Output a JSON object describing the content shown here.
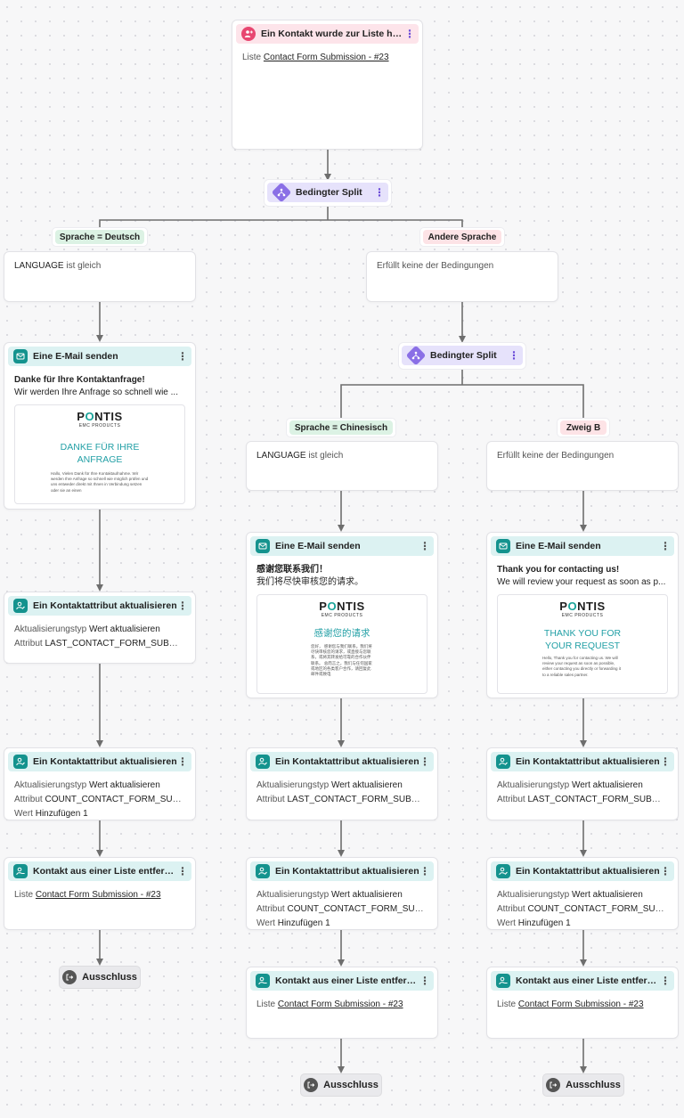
{
  "trigger": {
    "title": "Ein Kontakt wurde zur Liste hin...",
    "list_key": "Liste",
    "list_value": "Contact Form Submission - #23"
  },
  "split1": {
    "title": "Bedingter Split"
  },
  "split2": {
    "title": "Bedingter Split"
  },
  "branch_left": {
    "label": "Sprache = Deutsch",
    "cond_key": "LANGUAGE",
    "cond_text": "ist gleich"
  },
  "branch_right": {
    "label": "Andere Sprache",
    "cond_text": "Erfüllt keine der Bedingungen"
  },
  "branch_mid": {
    "label": "Sprache = Chinesisch",
    "cond_key": "LANGUAGE",
    "cond_text": "ist gleich"
  },
  "branch_b": {
    "label": "Zweig B",
    "cond_text": "Erfüllt keine der Bedingungen"
  },
  "email_de": {
    "title": "Eine E-Mail senden",
    "subject": "Danke für Ihre Kontaktanfrage!",
    "preheader": "Wir werden Ihre Anfrage so schnell wie ...",
    "logo": "PONTIS",
    "logo_sub": "EMC PRODUCTS",
    "preview_heading_1": "DANKE FÜR IHRE",
    "preview_heading_2": "ANFRAGE",
    "preview_body": "Hallo, Vielen Dank für Ihre Kontaktaufnahme. Wir werden Ihre Anfrage so schnell wie möglich prüfen und uns entweder direkt mit Ihnen in Verbindung setzen oder sie an einen"
  },
  "email_zh": {
    "title": "Eine E-Mail senden",
    "subject": "感谢您联系我们！",
    "preheader": "我们将尽快审核您的请求。",
    "logo": "PONTIS",
    "logo_sub": "EMC PRODUCTS",
    "preview_heading_1": "感谢您的请求",
    "preview_body": "您好， 感谢您与我们联系。我们将尽快审核您的请求，或直接与您联系，或将其转发给可靠的合作伙伴联系。 总而言之，我们与任何国家或地区的各类客户合作，请回复此邮件或致电"
  },
  "email_en": {
    "title": "Eine E-Mail senden",
    "subject": "Thank you for contacting us!",
    "preheader": "We will review your request as soon as p...",
    "logo": "PONTIS",
    "logo_sub": "EMC PRODUCTS",
    "preview_heading_1": "THANK YOU FOR",
    "preview_heading_2": "YOUR REQUEST",
    "preview_body": "Hello, Thank you for contacting us. We will review your request as soon as possible, either contacting you directly or forwarding it to a reliable sales partner."
  },
  "upd_de_1": {
    "title": "Ein Kontaktattribut aktualisieren",
    "type_key": "Aktualisierungstyp",
    "type_value": "Wert aktualisieren",
    "attr_key": "Attribut",
    "attr_value": "LAST_CONTACT_FORM_SUBMIS..."
  },
  "upd_de_2": {
    "title": "Ein Kontaktattribut aktualisieren",
    "type_key": "Aktualisierungstyp",
    "type_value": "Wert aktualisieren",
    "attr_key": "Attribut",
    "attr_value": "COUNT_CONTACT_FORM_SUBM...",
    "val_key": "Wert",
    "val_value": "Hinzufügen 1"
  },
  "upd_zh_1": {
    "title": "Ein Kontaktattribut aktualisieren",
    "type_key": "Aktualisierungstyp",
    "type_value": "Wert aktualisieren",
    "attr_key": "Attribut",
    "attr_value": "LAST_CONTACT_FORM_SUBMIS..."
  },
  "upd_zh_2": {
    "title": "Ein Kontaktattribut aktualisieren",
    "type_key": "Aktualisierungstyp",
    "type_value": "Wert aktualisieren",
    "attr_key": "Attribut",
    "attr_value": "COUNT_CONTACT_FORM_SUBM...",
    "val_key": "Wert",
    "val_value": "Hinzufügen 1"
  },
  "upd_en_1": {
    "title": "Ein Kontaktattribut aktualisieren",
    "type_key": "Aktualisierungstyp",
    "type_value": "Wert aktualisieren",
    "attr_key": "Attribut",
    "attr_value": "LAST_CONTACT_FORM_SUBMIS..."
  },
  "upd_en_2": {
    "title": "Ein Kontaktattribut aktualisieren",
    "type_key": "Aktualisierungstyp",
    "type_value": "Wert aktualisieren",
    "attr_key": "Attribut",
    "attr_value": "COUNT_CONTACT_FORM_SUBM...",
    "val_key": "Wert",
    "val_value": "Hinzufügen 1"
  },
  "remove_de": {
    "title": "Kontakt aus einer Liste entfernen",
    "list_key": "Liste",
    "list_value": "Contact Form Submission - #23"
  },
  "remove_zh": {
    "title": "Kontakt aus einer Liste entfernen",
    "list_key": "Liste",
    "list_value": "Contact Form Submission - #23"
  },
  "remove_en": {
    "title": "Kontakt aus einer Liste entfernen",
    "list_key": "Liste",
    "list_value": "Contact Form Submission - #23"
  },
  "exit_label": "Ausschluss",
  "colors": {
    "teal_accent": "#14938e",
    "teal_header": "#dcf2f2",
    "pink_accent": "#e84670",
    "split_purple": "#8a6fe6",
    "branch_green": "#dcf2e4",
    "branch_pink": "#fde3e6"
  }
}
